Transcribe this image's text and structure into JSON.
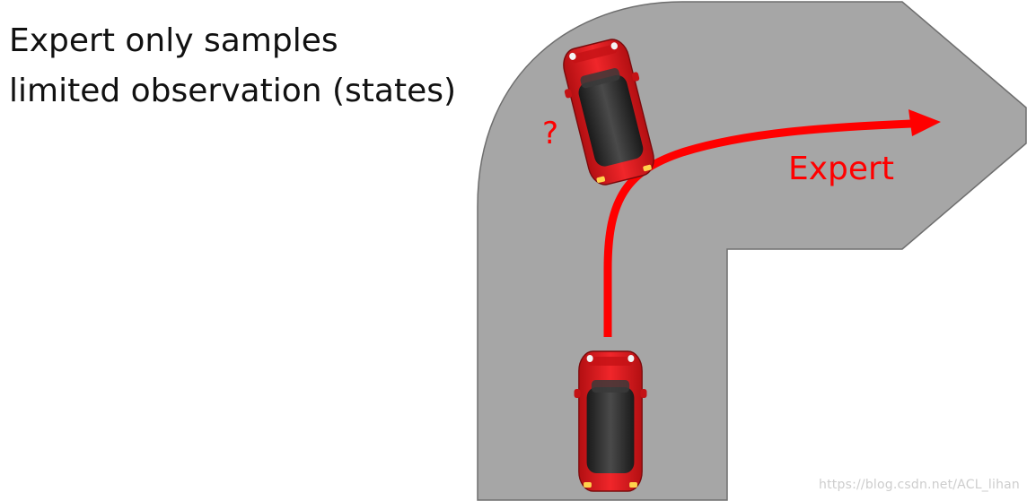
{
  "caption": {
    "line1": "Expert only samples",
    "line2": "limited observation (states)"
  },
  "labels": {
    "question": "?",
    "expert": "Expert"
  },
  "watermark": "https://blog.csdn.net/ACL_lihan",
  "colors": {
    "road": "#a6a6a6",
    "road_edge": "#6e6e6e",
    "arrow": "#ff0000",
    "car_body": "#e8191c",
    "car_roof": "#2b2b2b",
    "text": "#111111",
    "label": "#ff0000"
  },
  "icons": {
    "car_top": "car-top-view-icon",
    "car_bottom": "car-bottom-view-icon"
  }
}
